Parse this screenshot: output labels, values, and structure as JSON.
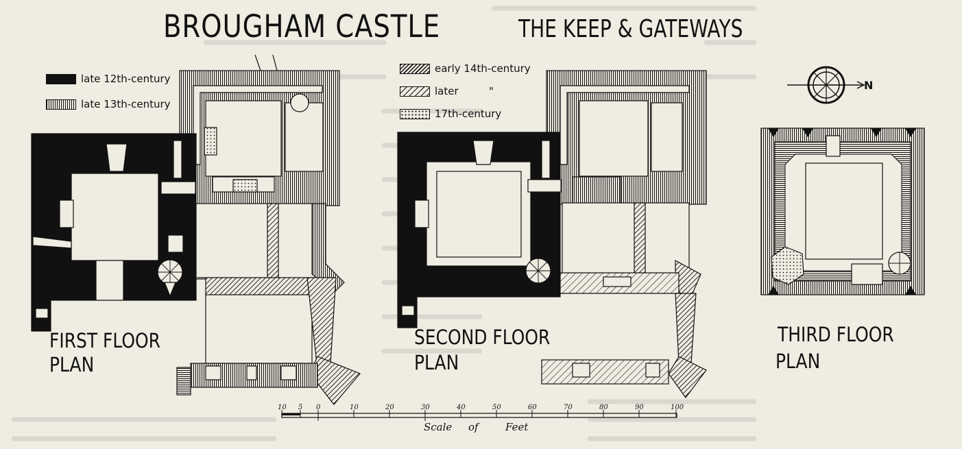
{
  "title": "BROUGHAM CASTLE",
  "subtitle": "THE KEEP & GATEWAYS",
  "legend": [
    {
      "label": "late 12th-century",
      "pattern": "black"
    },
    {
      "label": "late 13th-century",
      "pattern": "vert"
    },
    {
      "label": "early 14th-century",
      "pattern": "diag"
    },
    {
      "label": "later",
      "pattern": "diag2",
      "ditto": "\""
    },
    {
      "label": "17th-century",
      "pattern": "dots"
    }
  ],
  "plans": {
    "first": {
      "line1": "FIRST FLOOR",
      "line2": "PLAN"
    },
    "second": {
      "line1": "SECOND FLOOR",
      "line2": "PLAN"
    },
    "third": {
      "line1": "THIRD FLOOR",
      "line2": "PLAN"
    }
  },
  "compass": {
    "label": "N"
  },
  "scale": {
    "ticks": [
      "10",
      "5",
      "0",
      "10",
      "20",
      "30",
      "40",
      "50",
      "60",
      "70",
      "80",
      "90",
      "100"
    ],
    "caption_words": [
      "Scale",
      "of",
      "Feet"
    ]
  },
  "colors": {
    "paper": "#efece2",
    "ink": "#111111"
  }
}
